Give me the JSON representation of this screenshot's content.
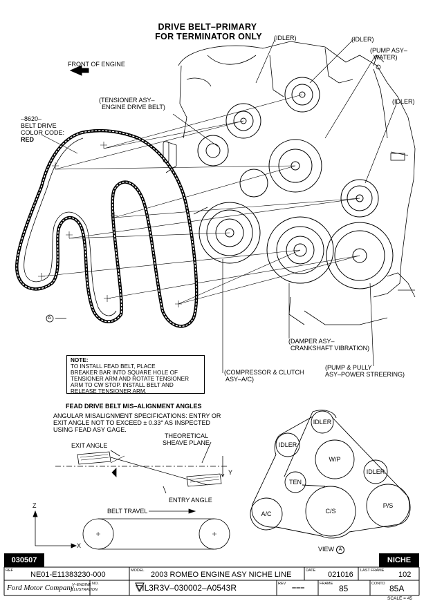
{
  "title": {
    "line1": "DRIVE BELT–PRIMARY",
    "line2": "FOR TERMINATOR ONLY"
  },
  "callouts": {
    "idler_top": "(IDLER)",
    "idler_mid": "(IDLER)",
    "idler_right": "(IDLER)",
    "pump_water_1": "(PUMP ASY–",
    "pump_water_2": "WATER)",
    "front_of_engine": "FRONT OF ENGINE",
    "tensioner_1": "(TENSIONER ASY–",
    "tensioner_2": "ENGINE DRIVE BELT)",
    "belt_code_1": "–8620–",
    "belt_code_2": "BELT DRIVE",
    "belt_code_3": "COLOR CODE:",
    "belt_code_4": "RED",
    "damper_1": "(DAMPER ASY–",
    "damper_2": "CRANKSHAFT VIBRATION)",
    "compressor_1": "(COMPRESSOR & CLUTCH",
    "compressor_2": "ASY–A/C)",
    "power_steering_1": "(PUMP & PULLY",
    "power_steering_2": "ASY–POWER STREERING)",
    "view_a_marker": "A"
  },
  "note": {
    "heading": "NOTE:",
    "lines": [
      "TO INSTALL FEAD BELT, PLACE",
      "BREAKER BAR INTO SQUARE HOLE OF",
      "TENSIONER ARM AND ROTATE TENSIONER",
      "ARM TO CW STOP. INSTALL BELT AND",
      "RELEASE TENSIONER ARM."
    ]
  },
  "misalignment": {
    "heading": "FEAD DRIVE BELT MIS–ALIGNMENT ANGLES",
    "spec_1": "ANGULAR MISALIGNMENT SPECIFICATIONS: ENTRY OR",
    "spec_2": "EXIT ANGLE NOT TO EXCEED ± 0.33° AS INSPECTED",
    "spec_3": "USING FEAD ASY GAGE.",
    "exit_angle": "EXIT ANGLE",
    "theoretical_1": "THEORETICAL",
    "theoretical_2": "SHEAVE PLANE",
    "entry_angle": "ENTRY ANGLE",
    "belt_travel": "BELT TRAVEL",
    "axis_y": "Y",
    "axis_z": "Z",
    "axis_x": "X"
  },
  "view_a": {
    "idler_top": "IDLER",
    "idler_left": "IDLER",
    "idler_right": "IDLER",
    "wp": "W/P",
    "ten": "TEN",
    "ac": "A/C",
    "cs": "C/S",
    "ps": "P/S",
    "caption": "VIEW",
    "caption_marker": "A"
  },
  "title_block": {
    "left_code": "030507",
    "right_code": "NICHE",
    "ref_label": "REF",
    "ref_value": "NE01-E11383230-000",
    "model_label": "MODEL",
    "model_value": "2003 ROMEO ENGINE ASY NICHE LINE",
    "date_label": "DATE",
    "date_value": "021016",
    "last_frame_label": "LAST FRAME",
    "last_frame_value": "102",
    "company": "Ford Motor Company",
    "illus_1": "V–ENGINE",
    "illus_2": "ILLUSTRATION",
    "no_label": "NO.",
    "no_value": "▽IL3R3V–030002–A0543R",
    "rev_label": "REV",
    "rev_value": "–––",
    "frame_label": "FRAME",
    "frame_value": "85",
    "contd_label": "CONTD",
    "contd_value": "85A",
    "scale": "SCALE = 45"
  }
}
